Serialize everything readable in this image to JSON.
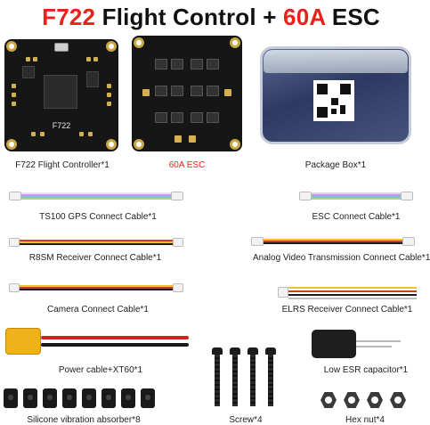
{
  "title": {
    "part1": "F722",
    "part2": " Flight Control + ",
    "part3": "60A",
    "part4": " ESC"
  },
  "flight_controller": {
    "board_text": "F722",
    "caption": "F722 Flight Controller*1"
  },
  "esc": {
    "caption": "60A ESC"
  },
  "package_box": {
    "caption": "Package Box*1"
  },
  "cables": {
    "gps": "TS100 GPS Connect Cable*1",
    "esc": "ESC Connect Cable*1",
    "receiver": "R8SM Receiver Connect Cable*1",
    "video": "Analog Video Transmission Connect Cable*1",
    "camera": "Camera Connect Cable*1",
    "elrs": "ELRS Receiver Connect Cable*1"
  },
  "accessories": {
    "power": "Power cable+XT60*1",
    "capacitor": "Low ESR capacitor*1",
    "absorber": "Silicone vibration absorber*8",
    "screw": "Screw*4",
    "nut": "Hex nut*4"
  },
  "colors": {
    "accent_red": "#e8221b",
    "pad_gold": "#d4b04f",
    "xt60_yellow": "#f0b21a"
  }
}
